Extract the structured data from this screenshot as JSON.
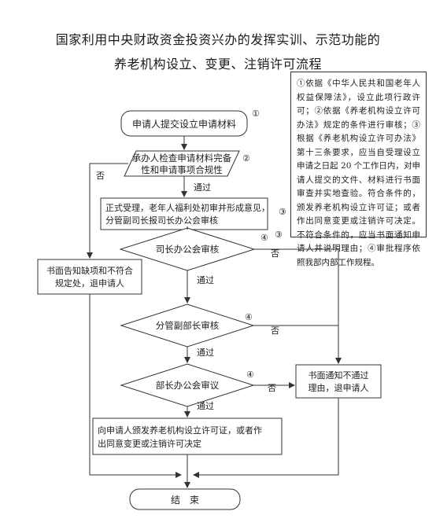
{
  "title": {
    "line1": "国家利用中央财政资金投资兴办的发挥实训、示范功能的",
    "line2": "养老机构设立、变更、注销许可流程"
  },
  "notes": "①依据《中华人民共和国老年人权益保障法》，设立此项行政许可；②依据《养老机构设立许可办法》规定的条件进行审核；③根据《养老机构设立许可办法》第十三条要求，应当自受理设立申请之日起 20 个工作日内，对申请人提交的文件、材料进行书面审查并实地查验。符合条件的，颁发养老机构设立许可证；或者作出同意变更或注销许可决定。不符合条件的，应当书面通知申请人并说明理由；④审批程序依照我部内部工作规程。",
  "nodes": {
    "submit": "申请人提交设立申请材料",
    "check_l1": "承办人检查申请材料完备",
    "check_l2": "性和申请事项合规性",
    "accept_l1": "正式受理，老年人福利处初审并形成意见，",
    "accept_l2": "分管副司长报司长办公会审核",
    "dir_meeting": "司长办公会审核",
    "vice_minister": "分管副部长审核",
    "minister_meeting": "部长办公会审议",
    "notify_l1": "书面告知缺项和不符合",
    "notify_l2": "规定处，退申请人",
    "reject_l1": "书面通知不通过",
    "reject_l2": "理由，退申请人",
    "issue_l1": "向申请人颁发养老机构设立许可证，或者作",
    "issue_l2": "出同意变更或注销许可决定",
    "end": "结　束"
  },
  "labels": {
    "yes": "通过",
    "no": "否",
    "m1": "①",
    "m2": "②",
    "m3": "③",
    "m4": "④"
  }
}
